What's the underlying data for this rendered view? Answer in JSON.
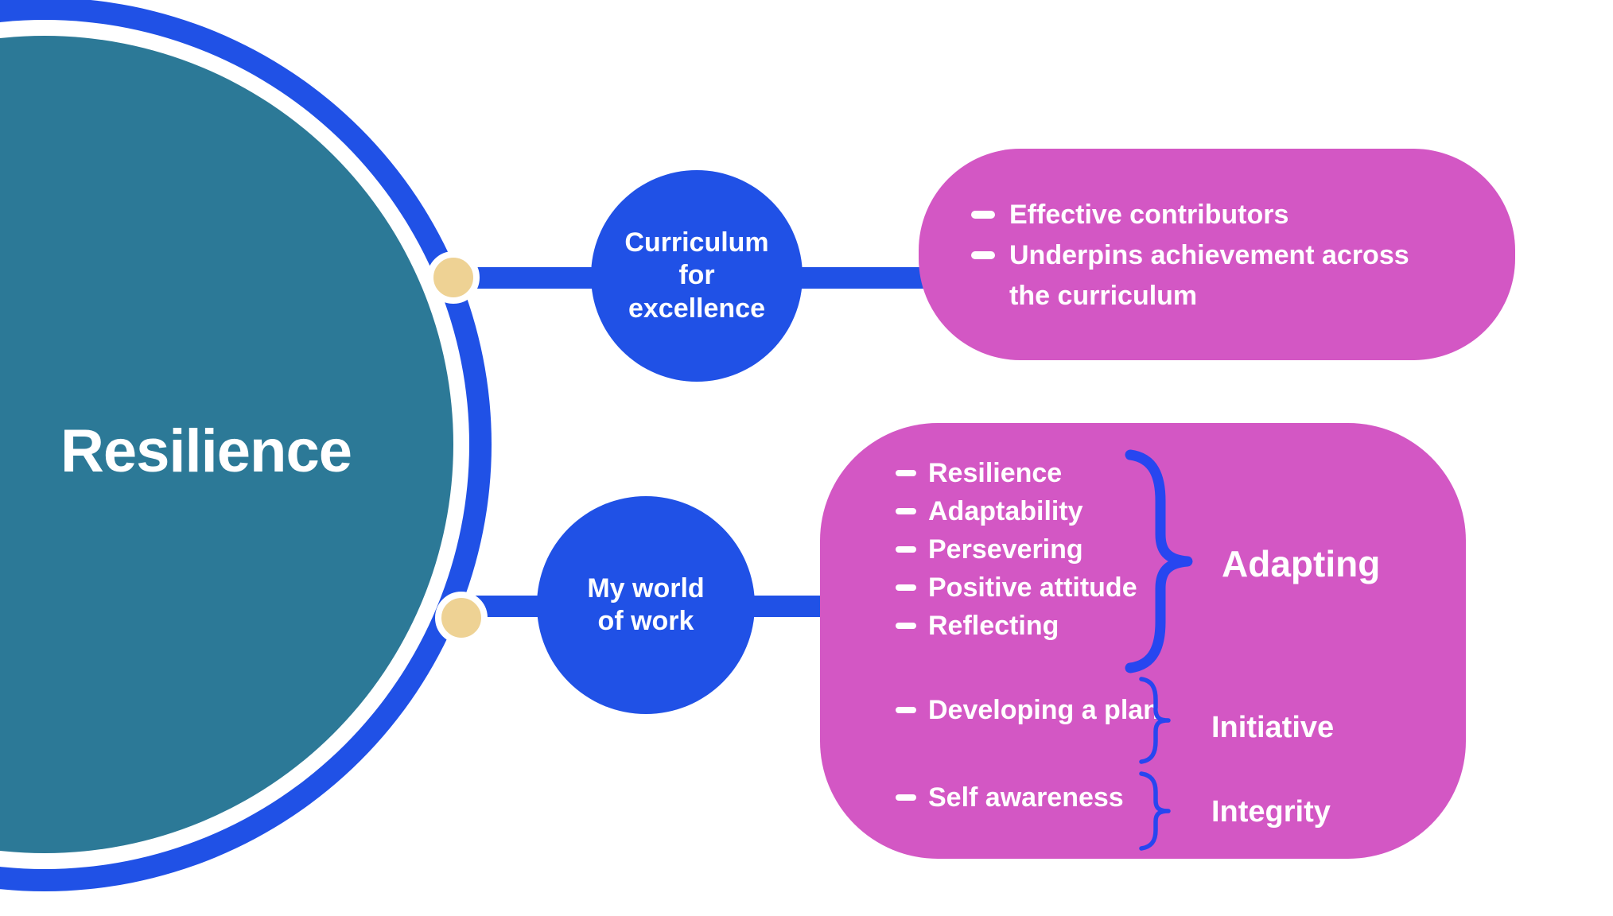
{
  "central": {
    "label": "Resilience"
  },
  "nodes": [
    {
      "label": "Curriculum\nfor\nexcellence"
    },
    {
      "label": "My world\nof work"
    }
  ],
  "panels": [
    {
      "items": [
        "Effective contributors",
        "Underpins achievement across\nthe curriculum"
      ]
    },
    {
      "groups": [
        {
          "items": [
            "Resilience",
            "Adaptability",
            "Persevering",
            "Positive attitude",
            "Reflecting"
          ],
          "label": "Adapting"
        },
        {
          "items": [
            "Developing a plan"
          ],
          "label": "Initiative"
        },
        {
          "items": [
            "Self awareness"
          ],
          "label": "Integrity"
        }
      ]
    }
  ],
  "colors": {
    "hub_teal": "#2c7997",
    "primary_blue": "#2051e6",
    "brace_blue": "#2746f0",
    "panel_pink": "#d357c4",
    "dot_yellow": "#eed294",
    "text_white": "#ffffff"
  }
}
